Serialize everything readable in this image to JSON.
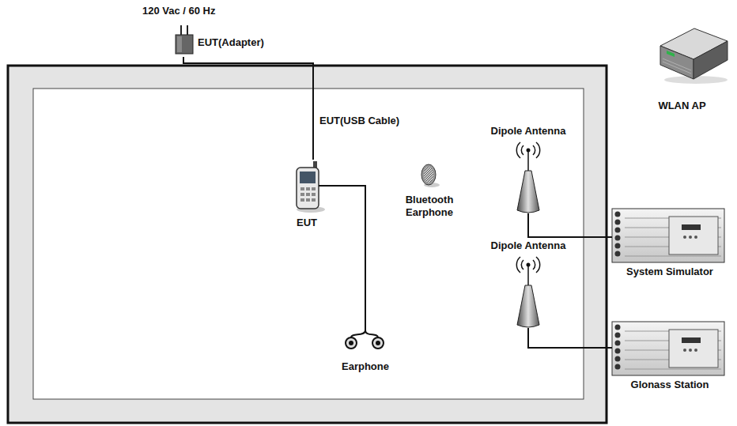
{
  "diagram": {
    "nodes": [
      {
        "text": [
          "EUT(Adapter)"
        ]
      },
      {
        "text": [
          "WLAN AP"
        ]
      },
      {
        "text": [
          "EUT"
        ]
      },
      {
        "text": [
          "Bluetooth Earphone"
        ]
      },
      {
        "text": [
          "Dipole Antenna"
        ]
      },
      {
        "text": [
          "System Simulator"
        ]
      },
      {
        "text": [
          "Dipole Antenna"
        ]
      },
      {
        "text": [
          "Glonass Station"
        ]
      },
      {
        "text": [
          "Earphone"
        ]
      }
    ],
    "edges": [
      {
        "from": 0,
        "to": 2,
        "arrow": "none",
        "label": "EUT(USB Cable)"
      },
      {
        "from": 2,
        "to": 8,
        "arrow": "none"
      },
      {
        "from": 4,
        "to": 5,
        "arrow": "none"
      },
      {
        "from": 6,
        "to": 7,
        "arrow": "none"
      }
    ],
    "labels": [
      "120 Vac / 60 Hz"
    ]
  }
}
